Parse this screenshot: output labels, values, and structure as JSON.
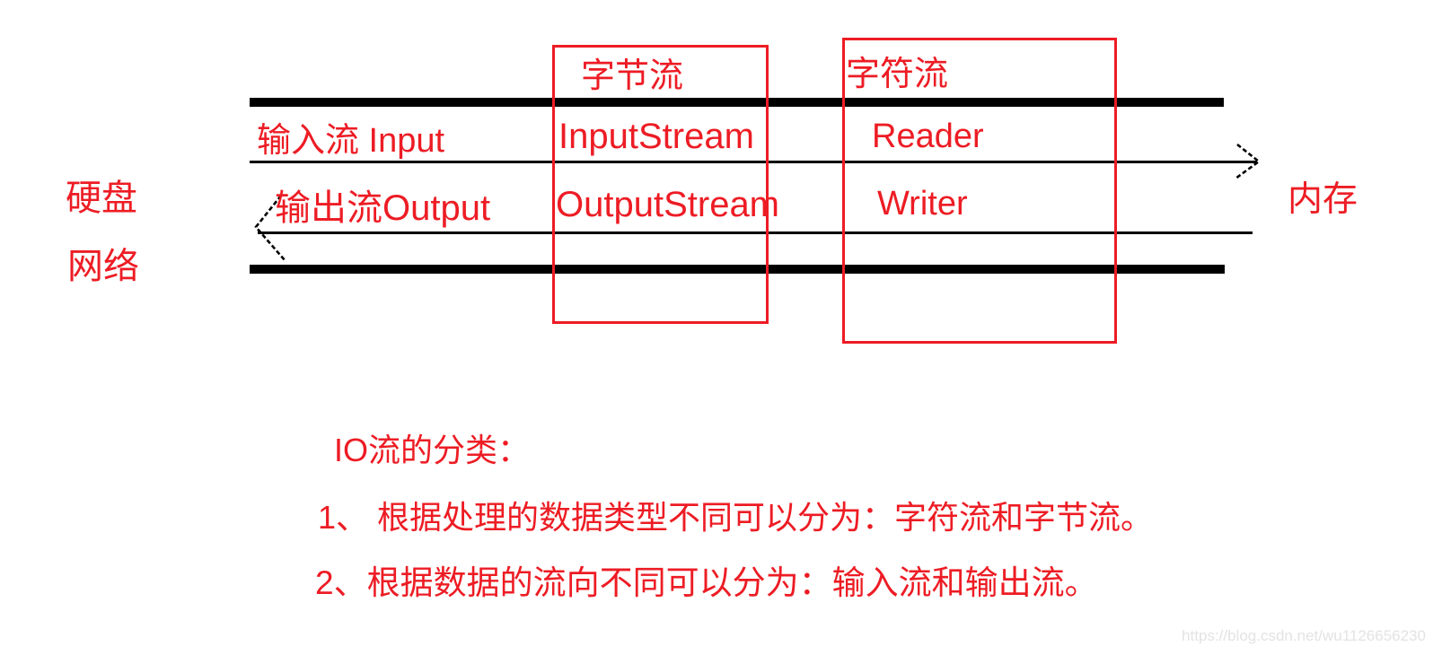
{
  "colors": {
    "accent_red": "#ed1c24",
    "line_black": "#000000",
    "watermark_gray": "#e3e3e3",
    "page_bg": "#ffffff"
  },
  "diagram": {
    "source_labels": {
      "hard_disk": "硬盘",
      "network": "网络"
    },
    "destination_label": {
      "memory": "内存"
    },
    "flow_labels": {
      "input": "输入流 Input",
      "output": "输出流Output"
    },
    "byte_stream_box": {
      "title": "字节流",
      "input_class": "InputStream",
      "output_class": "OutputStream"
    },
    "char_stream_box": {
      "title": "字符流",
      "input_class": "Reader",
      "output_class": "Writer"
    }
  },
  "notes": {
    "heading": "IO流的分类：",
    "items": [
      "1、 根据处理的数据类型不同可以分为：字符流和字节流。",
      "2、根据数据的流向不同可以分为：输入流和输出流。"
    ]
  },
  "watermark": "https://blog.csdn.net/wu1126656230"
}
